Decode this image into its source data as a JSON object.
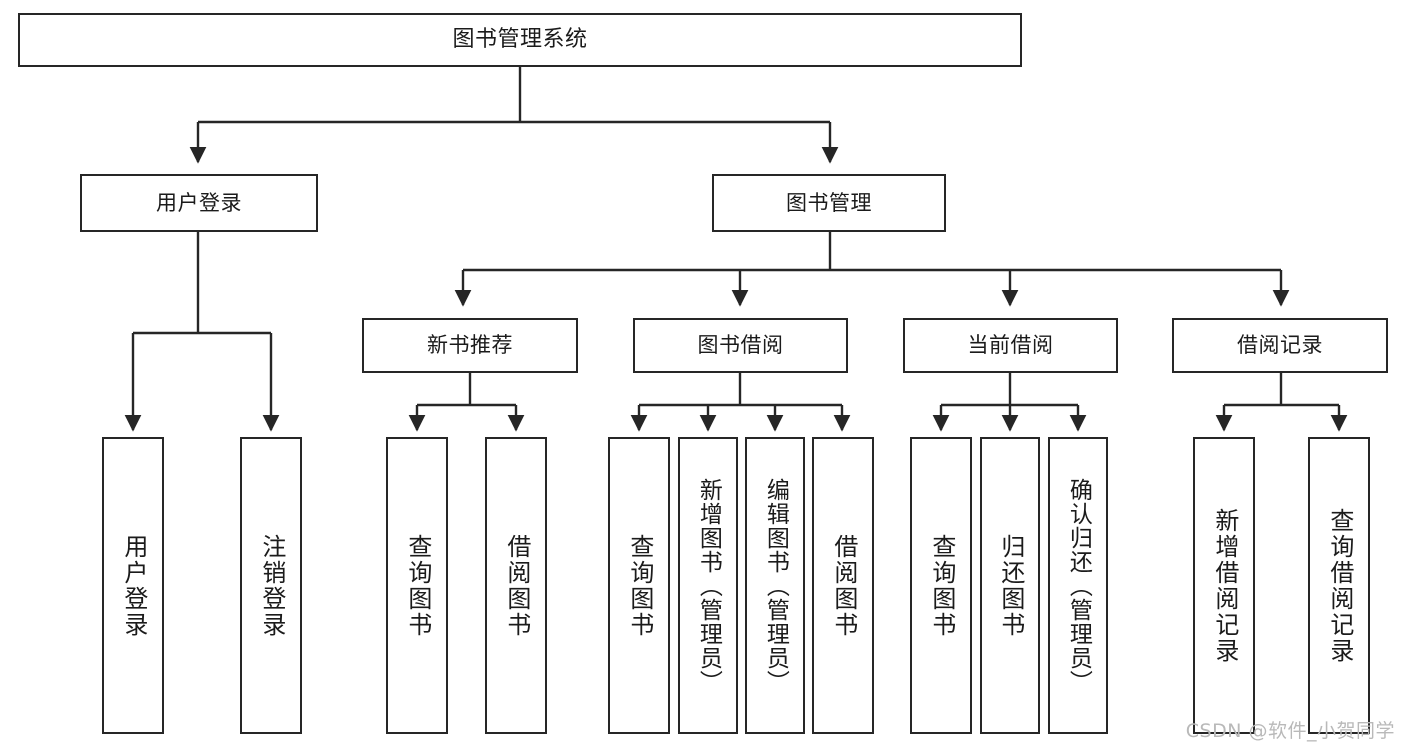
{
  "diagram": {
    "title": "图书管理系统",
    "type": "tree",
    "background_color": "#ffffff",
    "line_color": "#262626",
    "text_color": "#1b1b1b",
    "root": {
      "id": "root",
      "label": "图书管理系统"
    },
    "level2": [
      {
        "id": "user-login",
        "label": "用户登录"
      },
      {
        "id": "book-manage",
        "label": "图书管理"
      }
    ],
    "level3": [
      {
        "id": "new-book-recommend",
        "label": "新书推荐",
        "parent": "book-manage"
      },
      {
        "id": "book-borrow",
        "label": "图书借阅",
        "parent": "book-manage"
      },
      {
        "id": "current-borrow",
        "label": "当前借阅",
        "parent": "book-manage"
      },
      {
        "id": "borrow-record",
        "label": "借阅记录",
        "parent": "book-manage"
      }
    ],
    "leaves": [
      {
        "id": "leaf-user-login",
        "label": "用户登录",
        "parent": "user-login"
      },
      {
        "id": "leaf-user-logout",
        "label": "注销登录",
        "parent": "user-login"
      },
      {
        "id": "leaf-query-book-1",
        "label": "查询图书",
        "parent": "new-book-recommend"
      },
      {
        "id": "leaf-borrow-book-1",
        "label": "借阅图书",
        "parent": "new-book-recommend"
      },
      {
        "id": "leaf-query-book-2",
        "label": "查询图书",
        "parent": "book-borrow"
      },
      {
        "id": "leaf-add-book",
        "label": "新增图书（管理员）",
        "parent": "book-borrow"
      },
      {
        "id": "leaf-edit-book",
        "label": "编辑图书（管理员）",
        "parent": "book-borrow"
      },
      {
        "id": "leaf-borrow-book-2",
        "label": "借阅图书",
        "parent": "book-borrow"
      },
      {
        "id": "leaf-query-book-3",
        "label": "查询图书",
        "parent": "current-borrow"
      },
      {
        "id": "leaf-return-book",
        "label": "归还图书",
        "parent": "current-borrow"
      },
      {
        "id": "leaf-confirm-return",
        "label": "确认归还（管理员）",
        "parent": "current-borrow"
      },
      {
        "id": "leaf-add-record",
        "label": "新增借阅记录",
        "parent": "borrow-record"
      },
      {
        "id": "leaf-query-record",
        "label": "查询借阅记录",
        "parent": "borrow-record"
      }
    ]
  },
  "watermark": {
    "text": "CSDN @软件_小贺同学"
  }
}
